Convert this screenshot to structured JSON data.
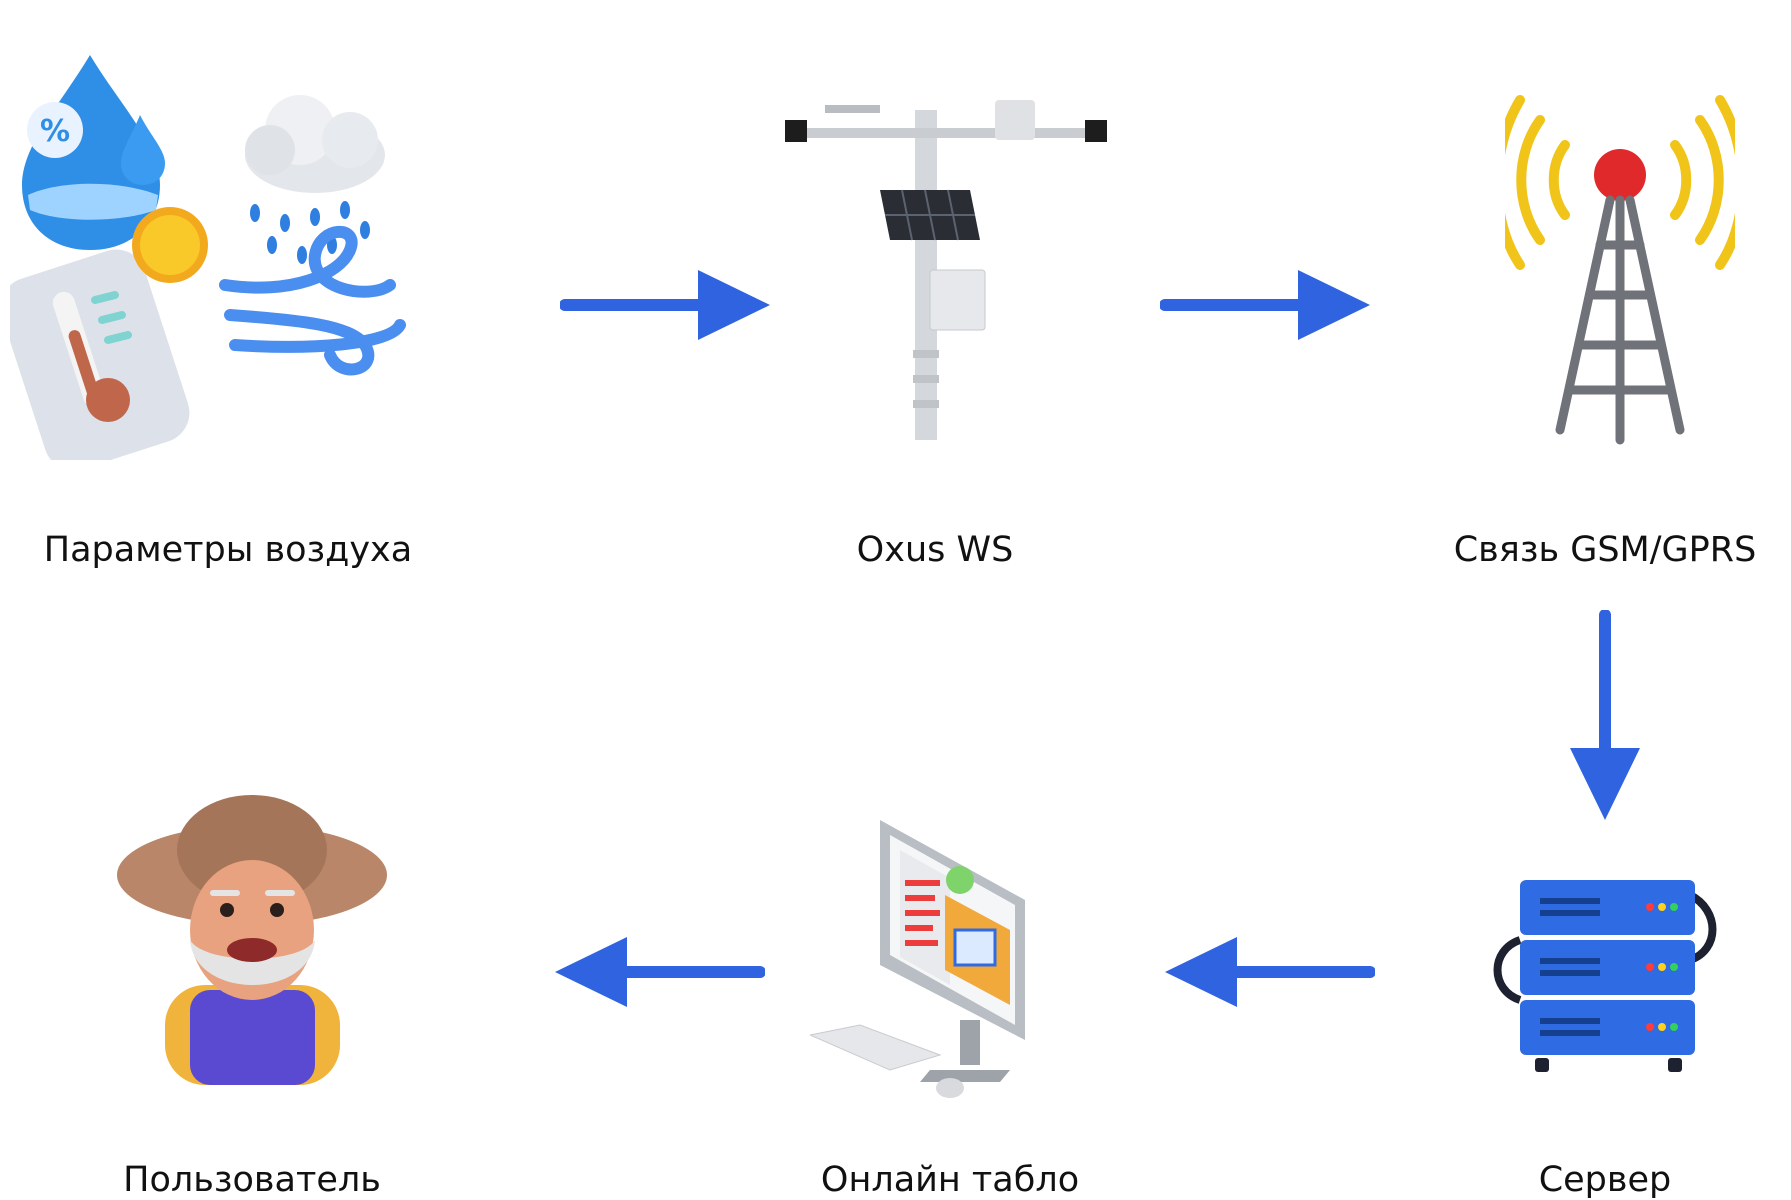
{
  "nodes": [
    {
      "id": "air",
      "label": "Параметры воздуха",
      "icon": "weather-parameters-icon"
    },
    {
      "id": "station",
      "label": "Oxus WS",
      "icon": "weather-station-icon"
    },
    {
      "id": "gsm",
      "label": "Связь GSM/GPRS",
      "icon": "cell-tower-icon"
    },
    {
      "id": "server",
      "label": "Сервер",
      "icon": "server-rack-icon"
    },
    {
      "id": "board",
      "label": "Онлайн табло",
      "icon": "computer-monitor-icon"
    },
    {
      "id": "user",
      "label": "Пользователь",
      "icon": "farmer-avatar-icon"
    }
  ],
  "edges": [
    {
      "from": "air",
      "to": "station"
    },
    {
      "from": "station",
      "to": "gsm"
    },
    {
      "from": "gsm",
      "to": "server"
    },
    {
      "from": "server",
      "to": "board"
    },
    {
      "from": "board",
      "to": "user"
    }
  ],
  "colors": {
    "arrow": "#2f63e0",
    "label": "#111111",
    "background": "#ffffff"
  }
}
